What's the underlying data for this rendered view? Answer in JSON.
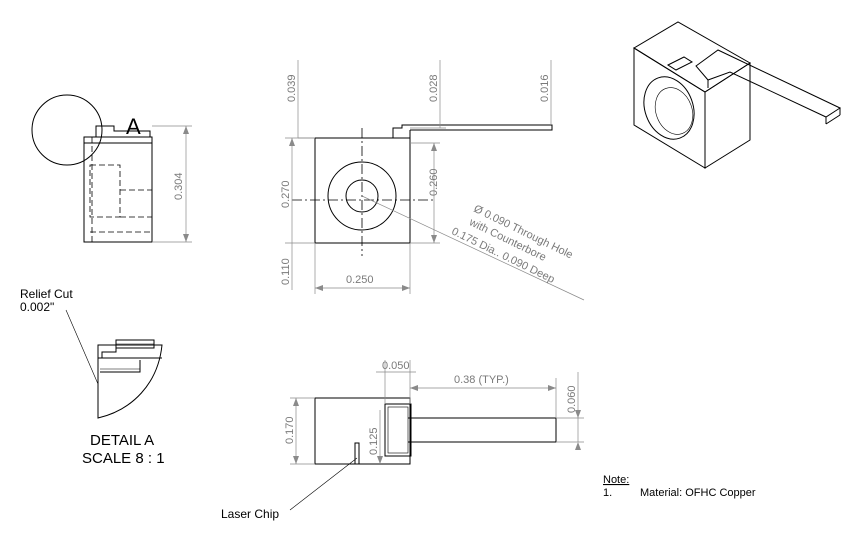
{
  "dimensions": {
    "d_0039": "0.039",
    "d_0028": "0.028",
    "d_0016": "0.016",
    "d_0270": "0.270",
    "d_0260": "0.260",
    "d_0110": "0.110",
    "d_0250": "0.250",
    "d_0304": "0.304",
    "d_0050": "0.050",
    "d_038": "0.38 (TYP.)",
    "d_0060": "0.060",
    "d_0170": "0.170",
    "d_0125": "0.125"
  },
  "hole_callout": {
    "line1": "Ø 0.090 Through Hole",
    "line2": "with Counterbore",
    "line3": "0.175 Dia.. 0.090 Deep"
  },
  "detail": {
    "marker": "A",
    "relief_label": "Relief Cut",
    "relief_value": "0.002\"",
    "title": "DETAIL A",
    "scale": "SCALE 8 : 1"
  },
  "laser_chip_label": "Laser Chip",
  "note": {
    "heading": "Note:",
    "number": "1.",
    "text": "Material:  OFHC Copper"
  }
}
